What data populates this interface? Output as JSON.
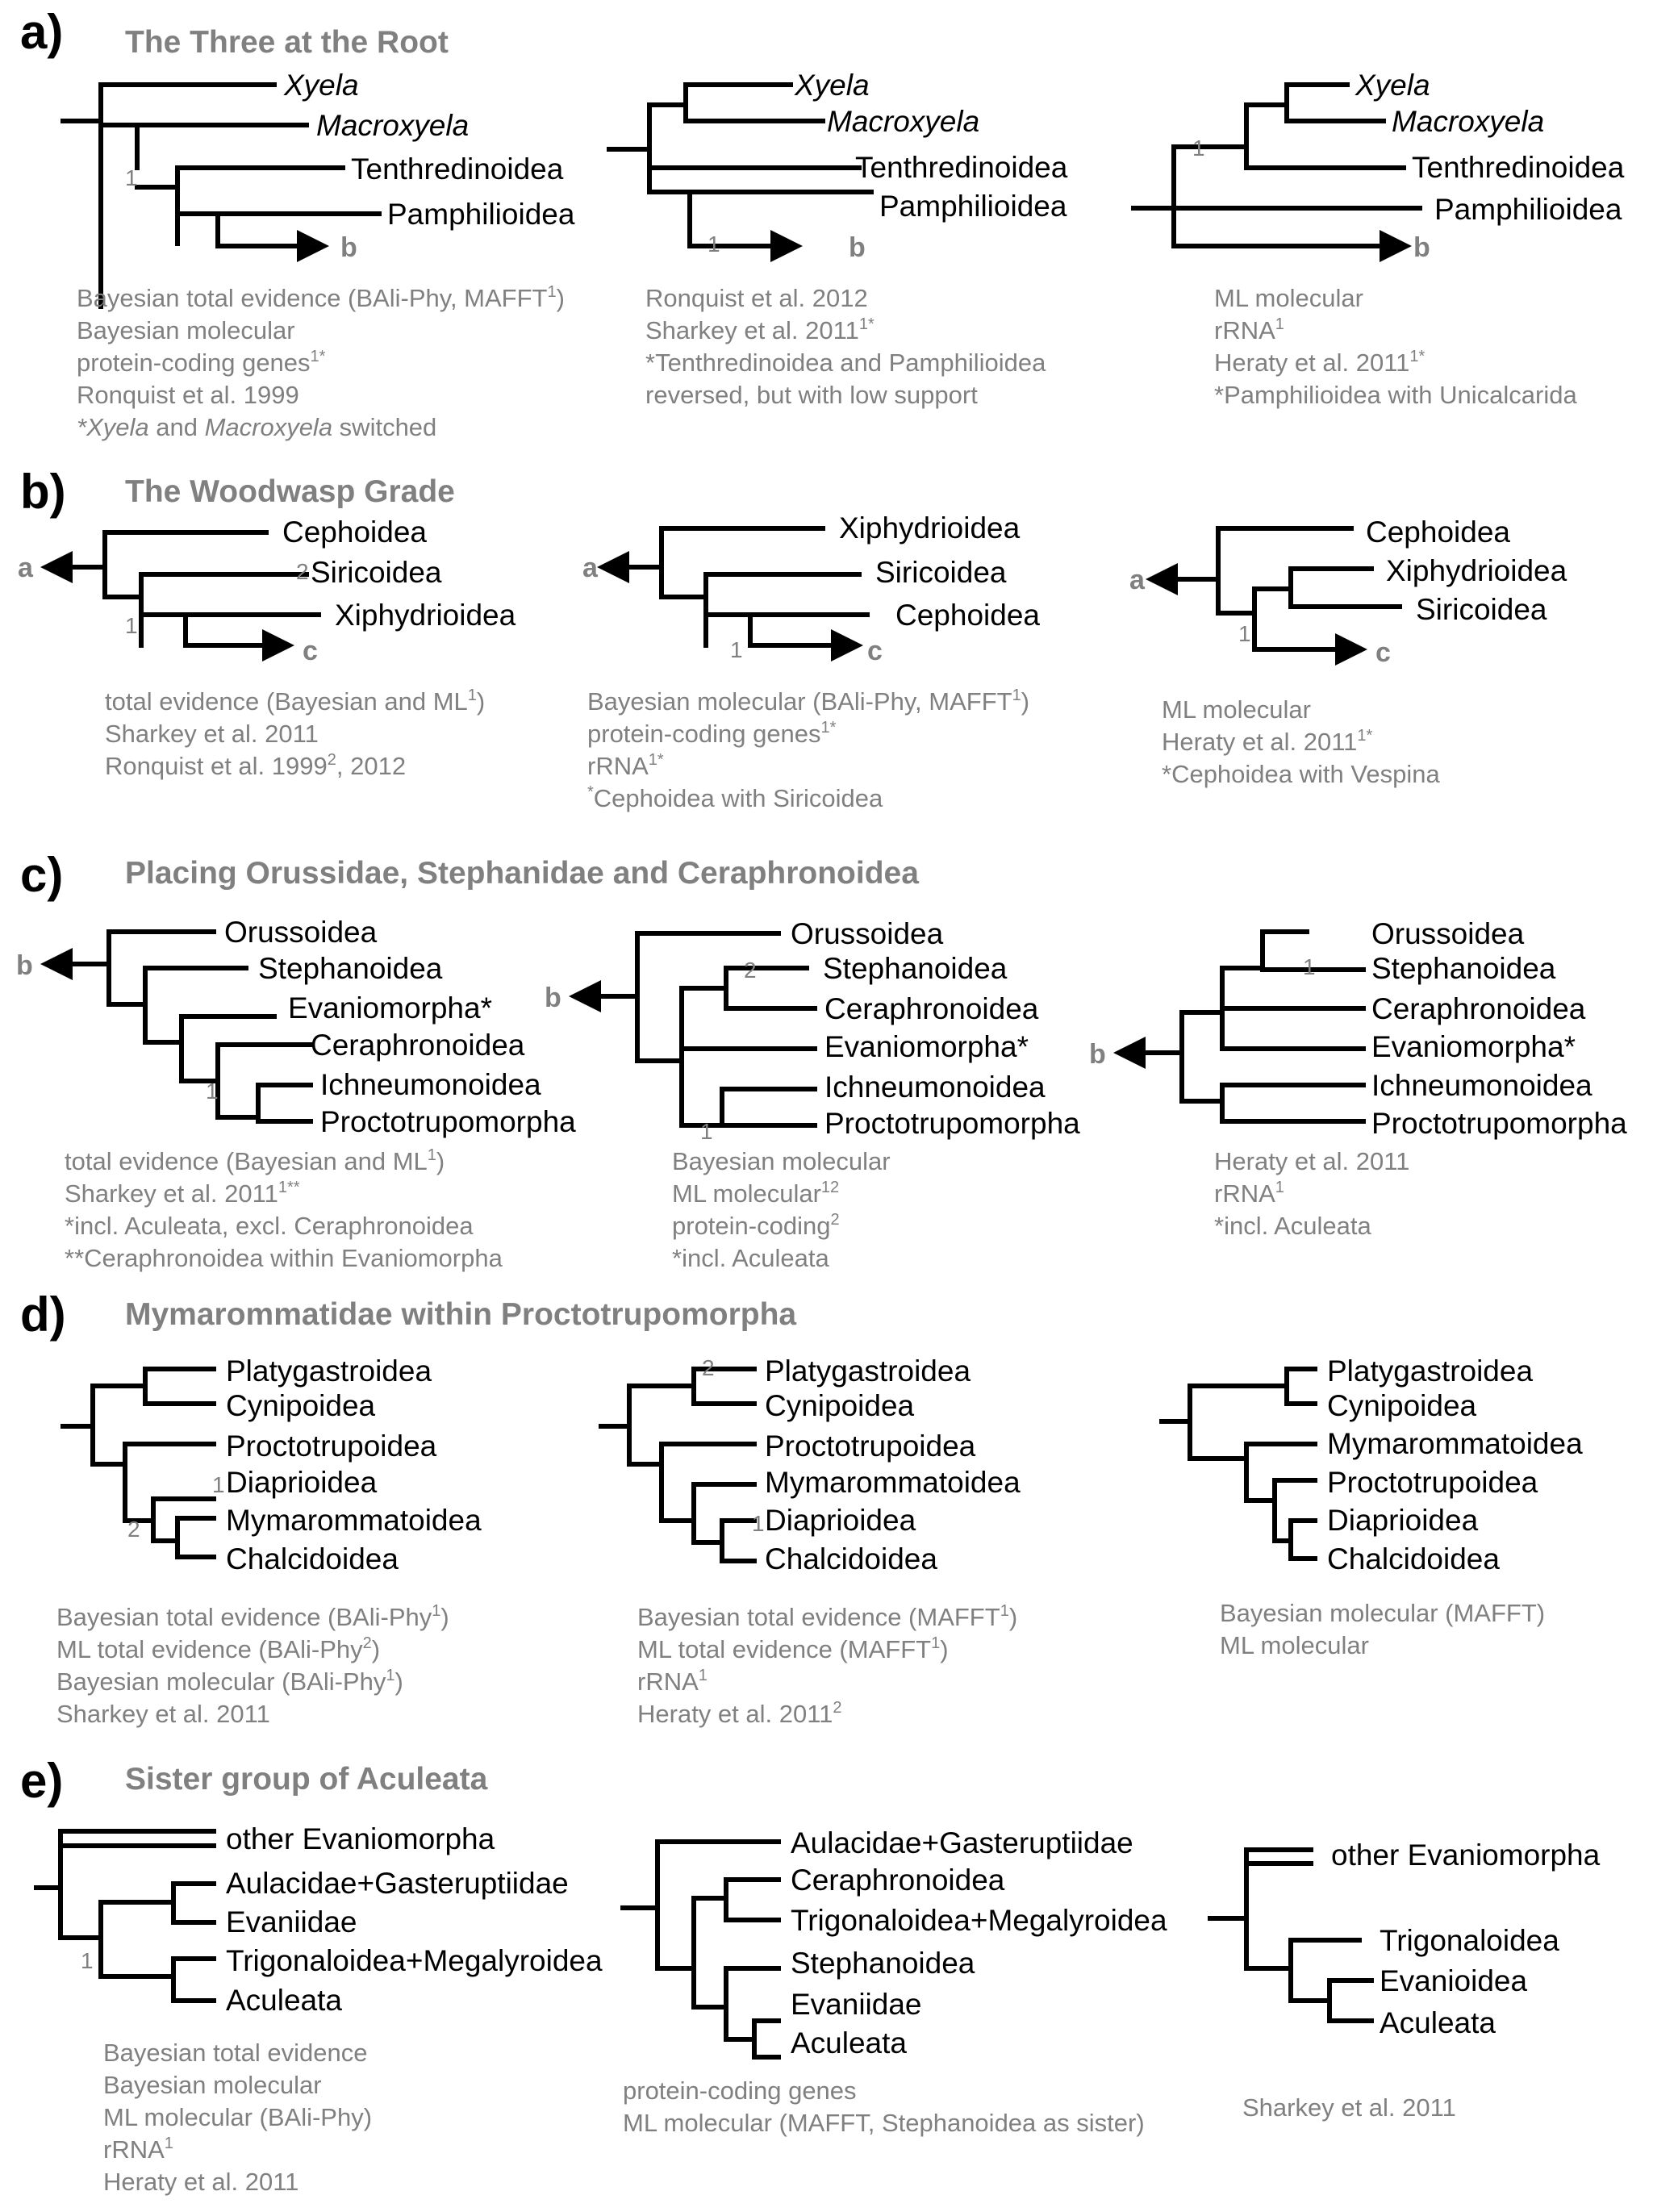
{
  "panels": [
    {
      "letter": "a)",
      "title": "The Three at the Root",
      "trees": [
        {
          "taxa": [
            "Xyela",
            "Macroxyela",
            "Tenthredinoidea",
            "Pamphilioidea"
          ],
          "arrow_label": "b",
          "node_labels": [
            "1"
          ],
          "caption": [
            "Bayesian total evidence (BAli-Phy, MAFFT|1|)",
            "Bayesian molecular",
            "protein-coding genes|1*|",
            "Ronquist et al. 1999",
            "*Xyela and Macroxyela switched"
          ]
        },
        {
          "taxa": [
            "Xyela",
            "Macroxyela",
            "Tenthredinoidea",
            "Pamphilioidea"
          ],
          "arrow_label": "b",
          "node_labels": [
            "1"
          ],
          "caption": [
            "Ronquist et al. 2012",
            "Sharkey et al. 2011|1*|",
            "*Tenthredinoidea and Pamphilioidea",
            "reversed, but with low support"
          ]
        },
        {
          "taxa": [
            "Xyela",
            "Macroxyela",
            "Tenthredinoidea",
            "Pamphilioidea"
          ],
          "arrow_label": "b",
          "node_labels": [
            "1"
          ],
          "caption": [
            "ML molecular",
            "rRNA|1|",
            "Heraty et al. 2011|1*|",
            "*Pamphilioidea with Unicalcarida"
          ]
        }
      ]
    },
    {
      "letter": "b)",
      "title": "The Woodwasp Grade",
      "trees": [
        {
          "taxa": [
            "Cephoidea",
            "Siricoidea",
            "Xiphydrioidea"
          ],
          "in_arrow_label": "a",
          "arrow_label": "c",
          "node_labels": [
            "2",
            "1"
          ],
          "caption": [
            "total evidence (Bayesian and ML|1|)",
            "Sharkey et al. 2011",
            "Ronquist et al. 1999|2|, 2012"
          ]
        },
        {
          "taxa": [
            "Xiphydrioidea",
            "Siricoidea",
            "Cephoidea"
          ],
          "in_arrow_label": "a",
          "arrow_label": "c",
          "node_labels": [
            "1"
          ],
          "caption": [
            "Bayesian molecular (BAli-Phy, MAFFT|1|)",
            "protein-coding genes|1*|",
            "rRNA|1*|",
            "|*|Cephoidea with Siricoidea"
          ]
        },
        {
          "taxa": [
            "Cephoidea",
            "Xiphydrioidea",
            "Siricoidea"
          ],
          "in_arrow_label": "a",
          "arrow_label": "c",
          "node_labels": [
            "1"
          ],
          "caption": [
            "ML molecular",
            "Heraty et al. 2011|1*|",
            "*Cephoidea with Vespina"
          ]
        }
      ]
    },
    {
      "letter": "c)",
      "title": "Placing Orussidae, Stephanidae and Ceraphronoidea",
      "trees": [
        {
          "taxa": [
            "Orussoidea",
            "Stephanoidea",
            "Evaniomorpha*",
            "Ceraphronoidea",
            "Ichneumonoidea",
            "Proctotrupomorpha"
          ],
          "in_arrow_label": "b",
          "node_labels": [
            "1"
          ],
          "caption": [
            "total evidence (Bayesian and ML|1|)",
            "Sharkey et al. 2011|1**|",
            "*incl. Aculeata, excl. Ceraphronoidea",
            "**Ceraphronoidea within Evaniomorpha"
          ]
        },
        {
          "taxa": [
            "Orussoidea",
            "Stephanoidea",
            "Ceraphronoidea",
            "Evaniomorpha*",
            "Ichneumonoidea",
            "Proctotrupomorpha"
          ],
          "in_arrow_label": "b",
          "node_labels": [
            "2",
            "1"
          ],
          "caption": [
            "Bayesian molecular",
            "ML molecular|12|",
            "protein-coding|2|",
            "*incl. Aculeata"
          ]
        },
        {
          "taxa": [
            "Orussoidea",
            "Stephanoidea",
            "Ceraphronoidea",
            "Evaniomorpha*",
            "Ichneumonoidea",
            "Proctotrupomorpha"
          ],
          "in_arrow_label": "b",
          "node_labels": [
            "1"
          ],
          "caption": [
            "Heraty et al. 2011",
            "rRNA|1|",
            "*incl. Aculeata"
          ]
        }
      ]
    },
    {
      "letter": "d)",
      "title": "Mymarommatidae within Proctotrupomorpha",
      "trees": [
        {
          "taxa": [
            "Platygastroidea",
            "Cynipoidea",
            "Proctotrupoidea",
            "Diaprioidea",
            "Mymarommatoidea",
            "Chalcidoidea"
          ],
          "node_labels": [
            "1",
            "2"
          ],
          "caption": [
            "Bayesian total evidence (BAli-Phy|1|)",
            "ML total evidence (BAli-Phy|2|)",
            "Bayesian molecular (BAli-Phy|1|)",
            "Sharkey et al. 2011"
          ]
        },
        {
          "taxa": [
            "Platygastroidea",
            "Cynipoidea",
            "Proctotrupoidea",
            "Mymarommatoidea",
            "Diaprioidea",
            "Chalcidoidea"
          ],
          "node_labels": [
            "2",
            "1"
          ],
          "caption": [
            "Bayesian total evidence (MAFFT|1|)",
            "ML total evidence (MAFFT|1|)",
            "rRNA|1|",
            "Heraty et al. 2011|2|"
          ]
        },
        {
          "taxa": [
            "Platygastroidea",
            "Cynipoidea",
            "Mymarommatoidea",
            "Proctotrupoidea",
            "Diaprioidea",
            "Chalcidoidea"
          ],
          "node_labels": [],
          "caption": [
            "Bayesian molecular (MAFFT)",
            "ML molecular"
          ]
        }
      ]
    },
    {
      "letter": "e)",
      "title": "Sister group of Aculeata",
      "trees": [
        {
          "taxa": [
            "other Evaniomorpha",
            "Aulacidae+Gasteruptiidae",
            "Evaniidae",
            "Trigonaloidea+Megalyroidea",
            "Aculeata"
          ],
          "node_labels": [
            "1"
          ],
          "caption": [
            "Bayesian total evidence",
            "Bayesian molecular",
            "ML molecular (BAli-Phy)",
            "rRNA|1|",
            "Heraty et al. 2011"
          ]
        },
        {
          "taxa": [
            "Aulacidae+Gasteruptiidae",
            "Ceraphronoidea",
            "Trigonaloidea+Megalyroidea",
            "Stephanoidea",
            "Evaniidae",
            "Aculeata"
          ],
          "node_labels": [],
          "caption": [
            "protein-coding genes",
            "ML molecular (MAFFT, Stephanoidea as sister)"
          ]
        },
        {
          "taxa": [
            "other Evaniomorpha",
            "Trigonaloidea",
            "Evanioidea",
            "Aculeata"
          ],
          "node_labels": [],
          "caption": [
            "Sharkey et al. 2011"
          ]
        }
      ]
    }
  ]
}
